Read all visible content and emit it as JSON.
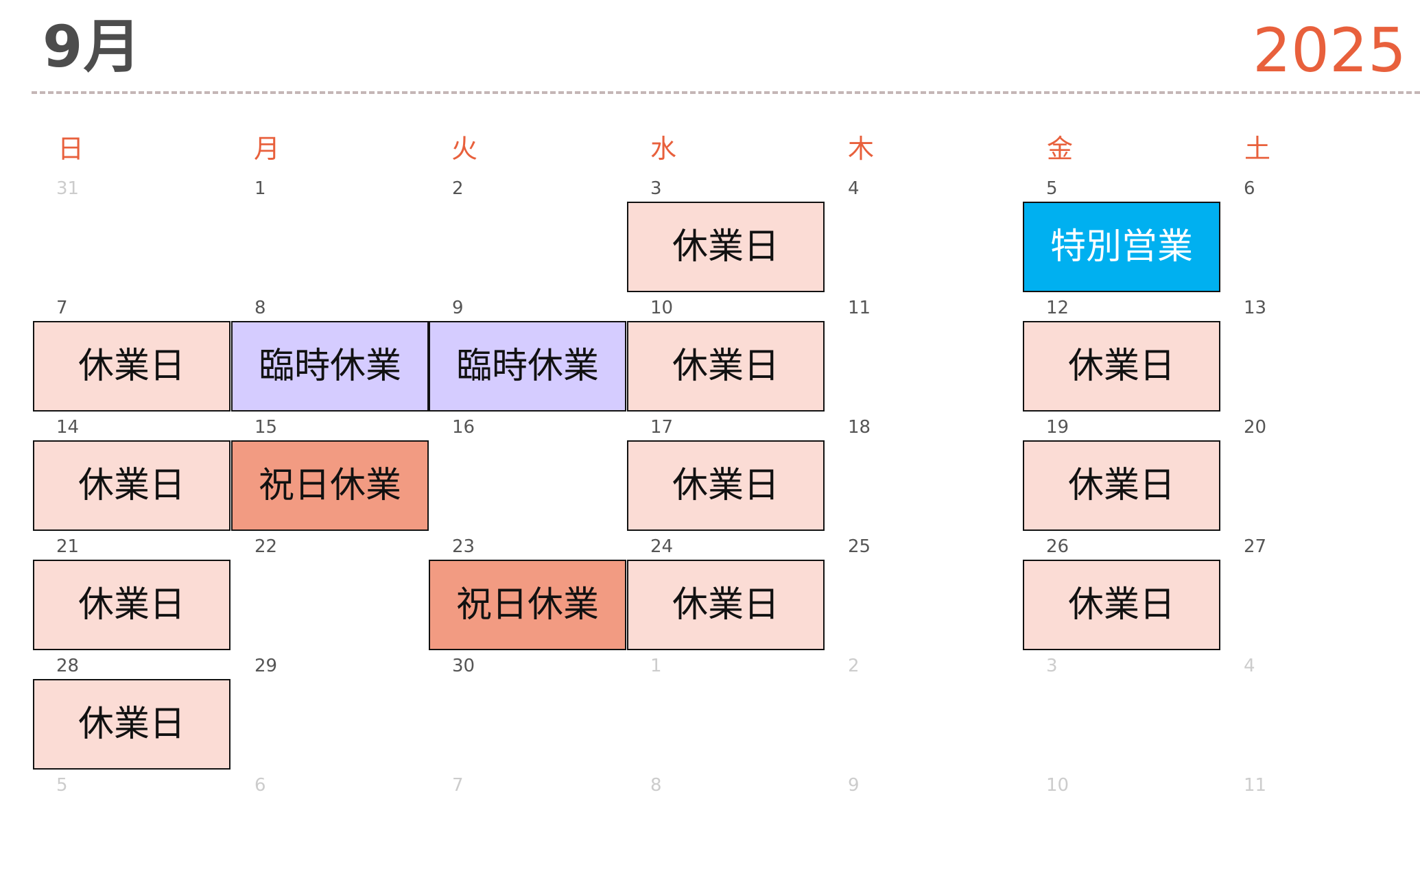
{
  "header": {
    "month": "9月",
    "year": "2025"
  },
  "weekdays": [
    "日",
    "月",
    "火",
    "水",
    "木",
    "金",
    "土"
  ],
  "colors": {
    "accent": "#e8603c",
    "kyugyo": "#fbdcd5",
    "rinji": "#d5ccff",
    "shukujitsu": "#f29b82",
    "tokubetsu": "#00b0f0"
  },
  "weeks": [
    [
      {
        "day": "31",
        "other": true
      },
      {
        "day": "1"
      },
      {
        "day": "2"
      },
      {
        "day": "3",
        "event": "休業日",
        "type": "kyugyo"
      },
      {
        "day": "4"
      },
      {
        "day": "5",
        "event": "特別営業",
        "type": "tokubetsu"
      },
      {
        "day": "6"
      }
    ],
    [
      {
        "day": "7",
        "event": "休業日",
        "type": "kyugyo"
      },
      {
        "day": "8",
        "event": "臨時休業",
        "type": "rinji"
      },
      {
        "day": "9",
        "event": "臨時休業",
        "type": "rinji"
      },
      {
        "day": "10",
        "event": "休業日",
        "type": "kyugyo"
      },
      {
        "day": "11"
      },
      {
        "day": "12",
        "event": "休業日",
        "type": "kyugyo"
      },
      {
        "day": "13"
      }
    ],
    [
      {
        "day": "14",
        "event": "休業日",
        "type": "kyugyo"
      },
      {
        "day": "15",
        "event": "祝日休業",
        "type": "shukujitsu"
      },
      {
        "day": "16"
      },
      {
        "day": "17",
        "event": "休業日",
        "type": "kyugyo"
      },
      {
        "day": "18"
      },
      {
        "day": "19",
        "event": "休業日",
        "type": "kyugyo"
      },
      {
        "day": "20"
      }
    ],
    [
      {
        "day": "21",
        "event": "休業日",
        "type": "kyugyo"
      },
      {
        "day": "22"
      },
      {
        "day": "23",
        "event": "祝日休業",
        "type": "shukujitsu"
      },
      {
        "day": "24",
        "event": "休業日",
        "type": "kyugyo"
      },
      {
        "day": "25"
      },
      {
        "day": "26",
        "event": "休業日",
        "type": "kyugyo"
      },
      {
        "day": "27"
      }
    ],
    [
      {
        "day": "28",
        "event": "休業日",
        "type": "kyugyo"
      },
      {
        "day": "29"
      },
      {
        "day": "30"
      },
      {
        "day": "1",
        "other": true
      },
      {
        "day": "2",
        "other": true
      },
      {
        "day": "3",
        "other": true
      },
      {
        "day": "4",
        "other": true
      }
    ],
    [
      {
        "day": "5",
        "other": true
      },
      {
        "day": "6",
        "other": true
      },
      {
        "day": "7",
        "other": true
      },
      {
        "day": "8",
        "other": true
      },
      {
        "day": "9",
        "other": true
      },
      {
        "day": "10",
        "other": true
      },
      {
        "day": "11",
        "other": true
      }
    ]
  ]
}
